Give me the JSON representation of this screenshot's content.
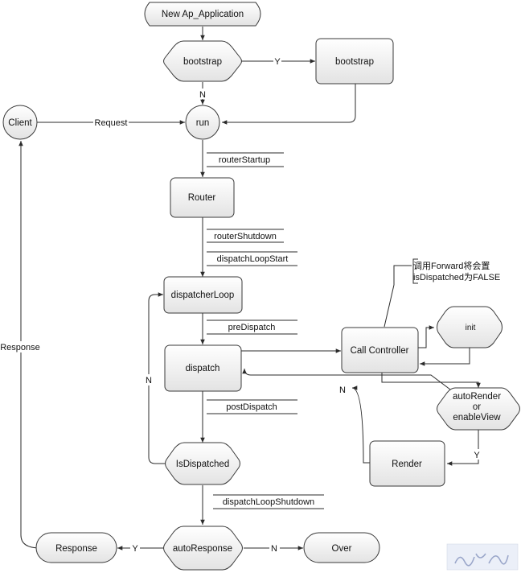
{
  "nodes": {
    "new_app": "New Ap_Application",
    "bootstrap_decision": "bootstrap",
    "bootstrap_process": "bootstrap",
    "client": "Client",
    "run": "run",
    "router": "Router",
    "dispatcher_loop": "dispatcherLoop",
    "dispatch": "dispatch",
    "call_controller": "Call Controller",
    "init": "init",
    "auto_render_line1": "autoRender",
    "auto_render_line2": "or",
    "auto_render_line3": "enableView",
    "render": "Render",
    "is_dispatched": "IsDispatched",
    "auto_response": "autoResponse",
    "response": "Response",
    "over": "Over"
  },
  "hooks": {
    "router_startup": "routerStartup",
    "router_shutdown": "routerShutdown",
    "dispatch_loop_start": "dispatchLoopStart",
    "pre_dispatch": "preDispatch",
    "post_dispatch": "postDispatch",
    "dispatch_loop_shutdown": "dispatchLoopShutdown"
  },
  "edge_labels": {
    "bootstrap_yes": "Y",
    "bootstrap_no": "N",
    "request": "Request",
    "response": "Response",
    "loop_no": "N",
    "render_no": "N",
    "render_yes": "Y",
    "auto_response_yes": "Y",
    "auto_response_no": "N"
  },
  "annotation": {
    "line1": "调用Forward将会置",
    "line2": "isDispatched为FALSE"
  },
  "colors": {
    "node_fill_top": "#ffffff",
    "node_fill_bottom": "#e3e3e3",
    "stroke": "#3a3a3a"
  }
}
